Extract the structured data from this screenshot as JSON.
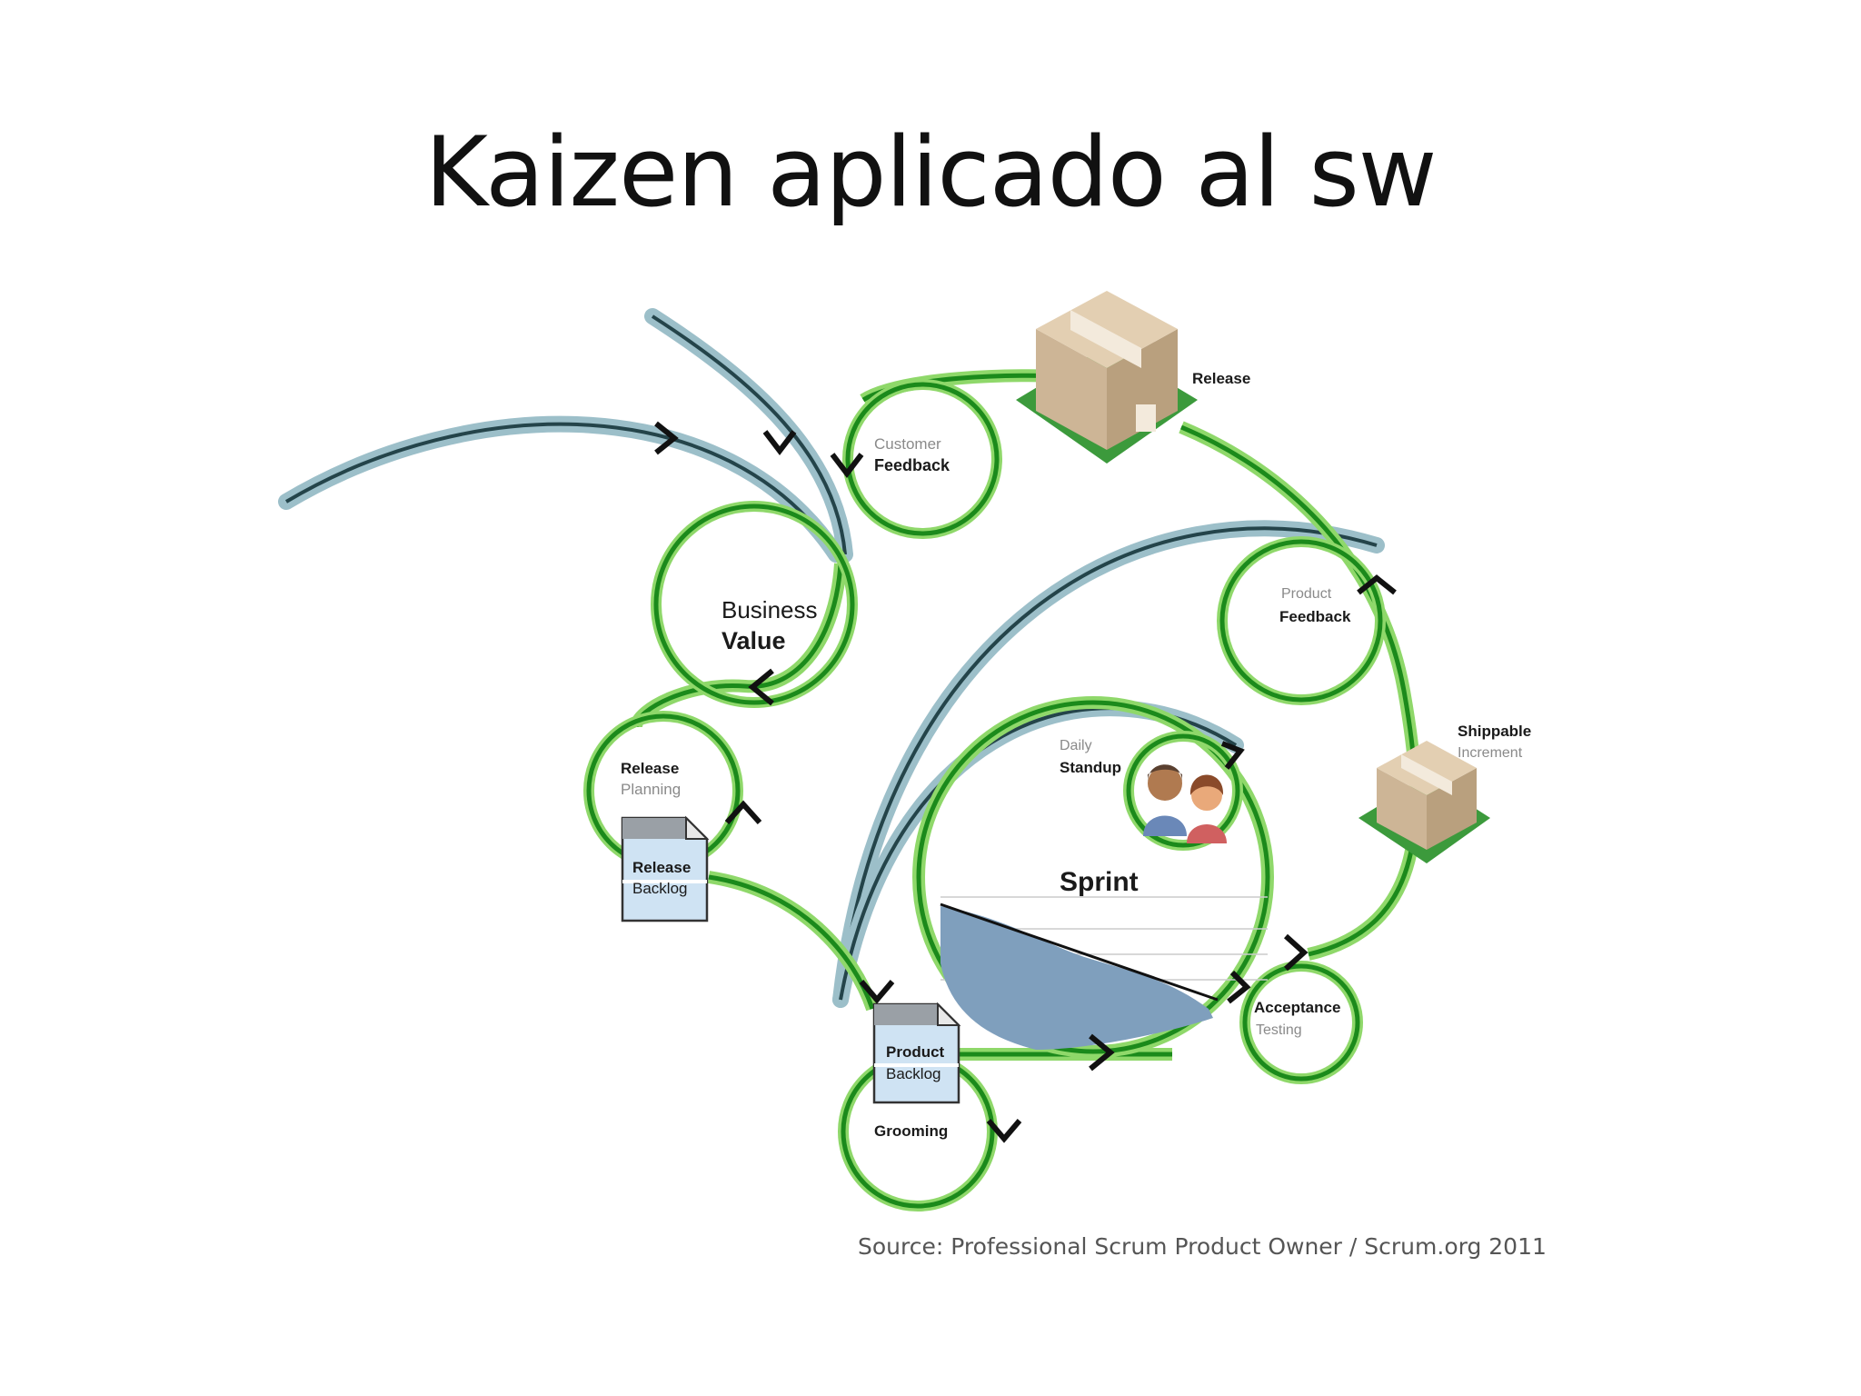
{
  "title": "Kaizen aplicado al sw",
  "nodes": {
    "release": "Release",
    "customer_feedback": {
      "line1": "Customer",
      "line2": "Feedback"
    },
    "business_value": {
      "line1": "Business",
      "line2": "Value"
    },
    "release_planning": {
      "line1": "Release",
      "line2": "Planning"
    },
    "release_backlog": {
      "line1": "Release",
      "line2": "Backlog"
    },
    "product_feedback": {
      "line1": "Product",
      "line2": "Feedback"
    },
    "shippable_increment": {
      "line1": "Shippable",
      "line2": "Increment"
    },
    "daily_standup": {
      "line1": "Daily",
      "line2": "Standup"
    },
    "sprint": "Sprint",
    "acceptance_testing": {
      "line1": "Acceptance",
      "line2": "Testing"
    },
    "product_backlog": {
      "line1": "Product",
      "line2": "Backlog"
    },
    "grooming": "Grooming"
  },
  "source": "Source: Professional Scrum Product Owner / Scrum.org 2011",
  "colors": {
    "flow_green": "#1b8a1b",
    "flow_glow": "#8fd86a",
    "incoming_blue": "#9cbfc9",
    "incoming_dark": "#24444a",
    "box": "#cdb596",
    "burndown": "#7f9fbd",
    "backlog_doc": "#cfe3f3"
  }
}
